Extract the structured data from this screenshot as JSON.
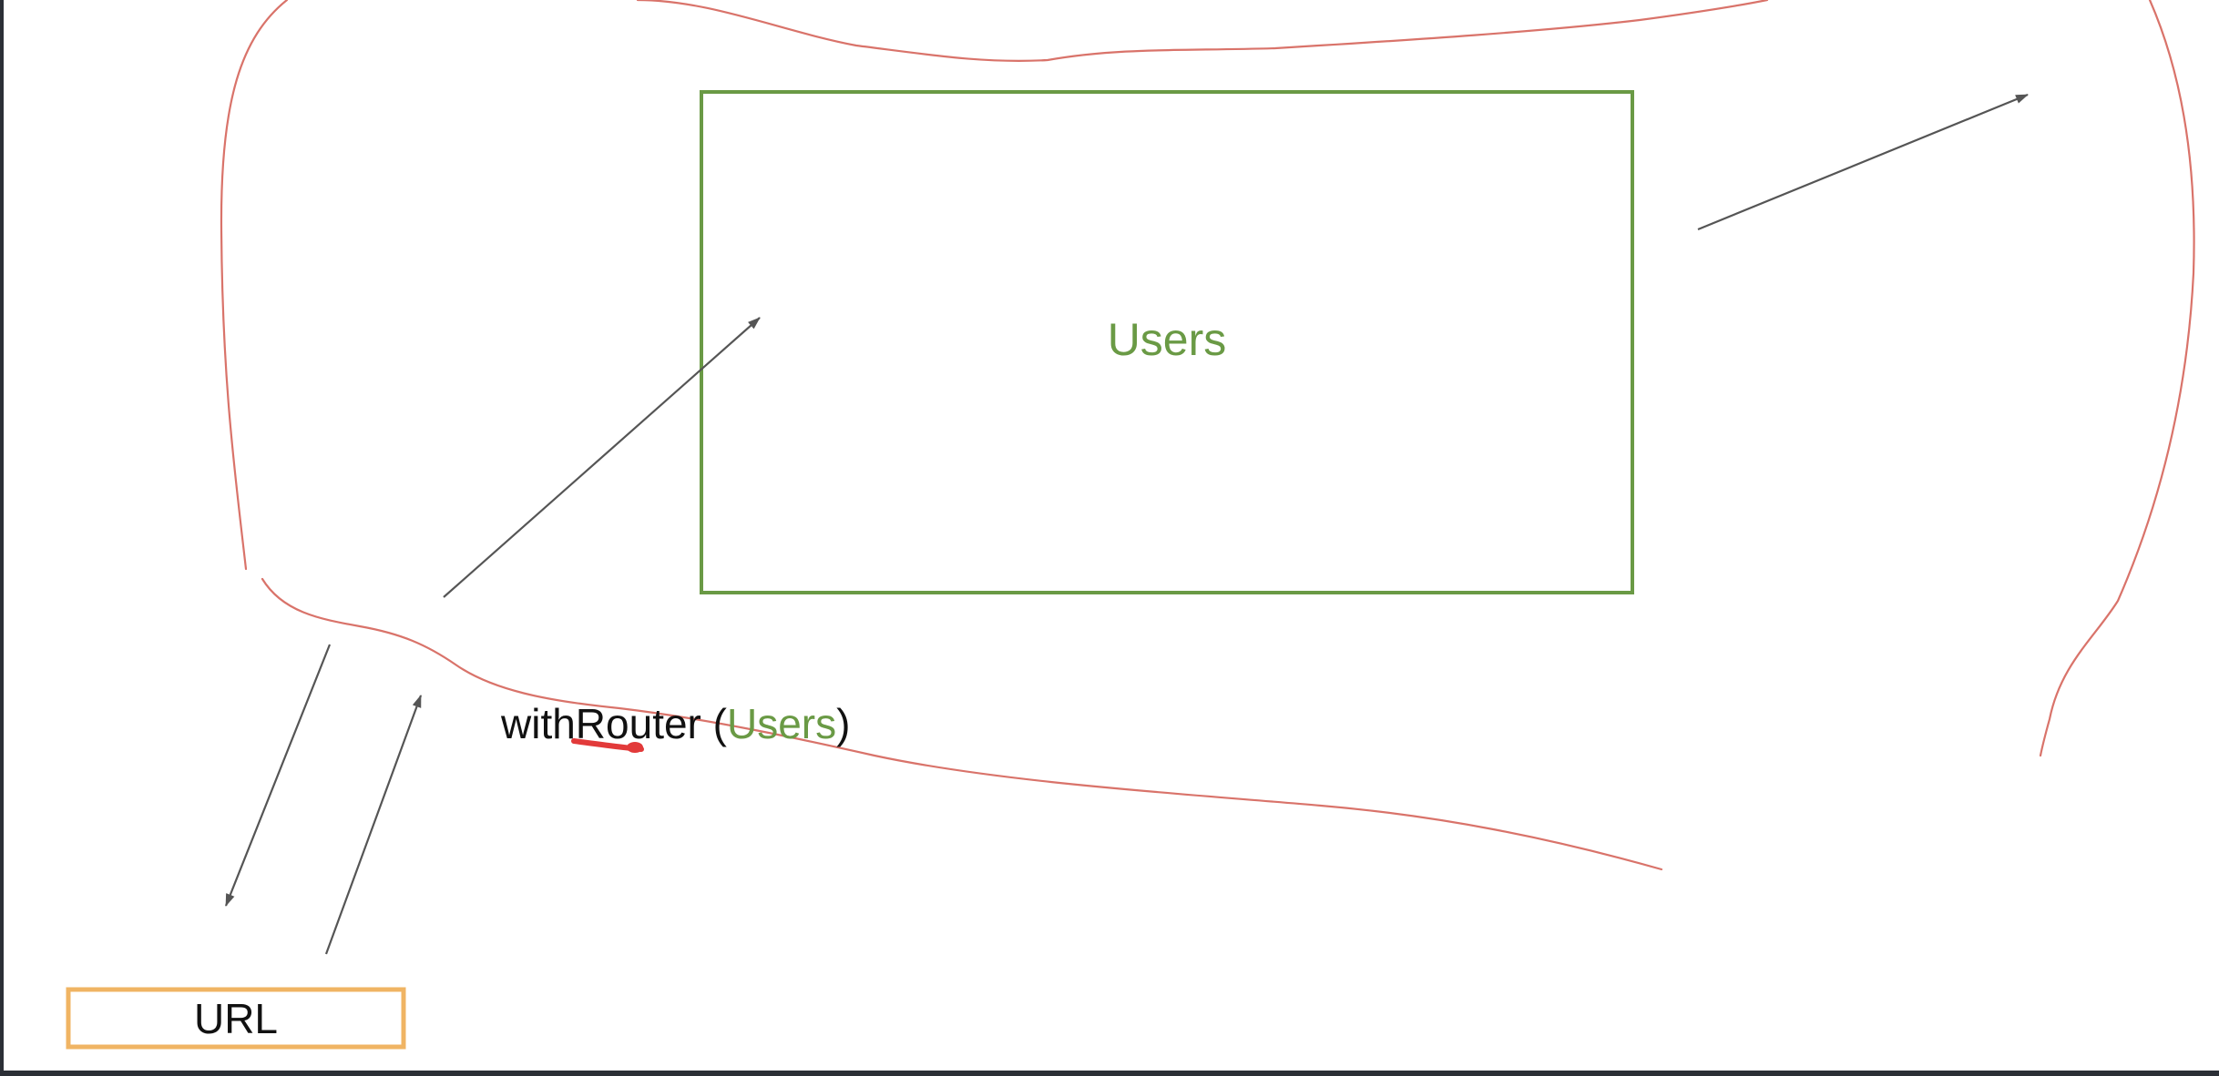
{
  "diagram": {
    "users_box": {
      "label": "Users"
    },
    "url_box": {
      "label": "URL"
    },
    "hoc_label": {
      "prefix": "withRouter (",
      "component": "Users",
      "suffix": ")"
    }
  },
  "colors": {
    "users_green": "#6a9a45",
    "url_orange": "#f0b463",
    "boundary_red": "#d9736a",
    "arrow_gray": "#555555",
    "text_black": "#111111",
    "highlight_red": "#e23a3a",
    "chrome_dark": "#2b2f36"
  }
}
